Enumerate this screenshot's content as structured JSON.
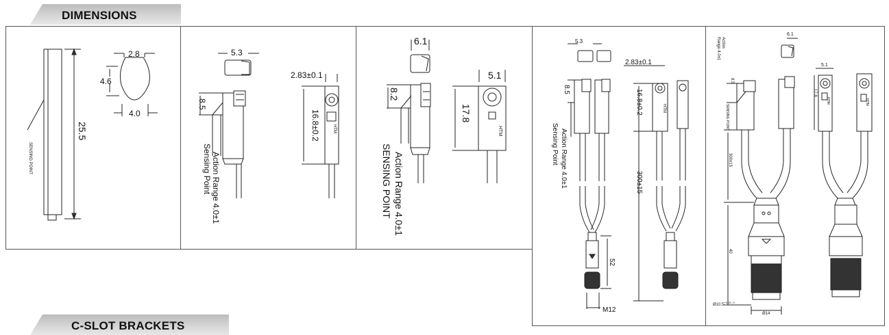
{
  "sections": {
    "dimensions_title": "DIMENSIONS",
    "brackets_title": "C-SLOT BRACKETS"
  },
  "panel1": {
    "width_top": "2.8",
    "height": "4.6",
    "width_bottom": "4.0",
    "length": "25.5",
    "sensing_point": "SENSING POINT"
  },
  "panel2": {
    "width": "5.3",
    "thickness": "2.83±0.1",
    "offset": "8.5",
    "length": "16.8±0.2",
    "action_range": "Action Range 4.0±1",
    "sensing_point": "Sensing Point",
    "brand": "HTM"
  },
  "panel3": {
    "top_width": "6.1",
    "side_width": "5.1",
    "offset": "8.2",
    "length": "17.8",
    "action_range": "Action Range 4.0±1",
    "sensing_point": "SENSING POINT",
    "brand": "HTM"
  },
  "panel4": {
    "width": "5.3",
    "thickness": "2.83±0.1",
    "offset": "8.5",
    "length": "16.8±0.2",
    "action_range": "Action Range 4.0±1",
    "sensing_point": "Sensing Point",
    "cable": "300±15",
    "connector_len": "52",
    "thread": "M12",
    "brand": "HTM"
  },
  "panel5": {
    "top_width": "6.1",
    "side_width": "5.1",
    "action_range": "Action Range 4.0±1",
    "offset": "8.5",
    "sensing_point": "SENSING POINT",
    "length": "17.8",
    "cable": "300±15",
    "connector_len": "40",
    "diameter_small": "Ø10.5",
    "diameter_small_tol": "+0.15 / 0",
    "diameter_large": "Ø14",
    "brand": "HTM"
  }
}
